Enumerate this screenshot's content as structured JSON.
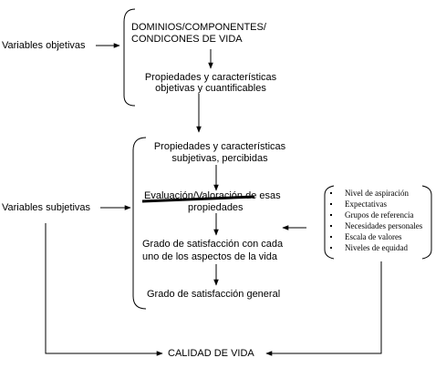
{
  "labels": {
    "objective_variables": "Variables objetivas",
    "subjective_variables": "Variables subjetivas"
  },
  "objective_block": {
    "domains_line1": "DOMINIOS/COMPONENTES/",
    "domains_line2": "CONDICONES DE VIDA",
    "properties_line1": "Propiedades y características",
    "properties_line2": "objetivas y cuantificables"
  },
  "subjective_block": {
    "perceived_line1": "Propiedades y características",
    "perceived_line2": "subjetivas, percibidas",
    "evaluation_line1": "Evaluación/Valoración de esas",
    "evaluation_line2": "propiedades",
    "satisfaction_line1": "Grado de satisfacción con cada",
    "satisfaction_line2": "uno de los aspectos de la vida",
    "general_satisfaction": "Grado de satisfacción general"
  },
  "factors": [
    "Nivel de aspiración",
    "Expectativas",
    "Grupos de referencia",
    "Necesidades personales",
    "Escala de valores",
    "Niveles de equidad"
  ],
  "outcome": "CALIDAD DE VIDA",
  "colors": {
    "line": "#000000",
    "background": "#ffffff"
  }
}
